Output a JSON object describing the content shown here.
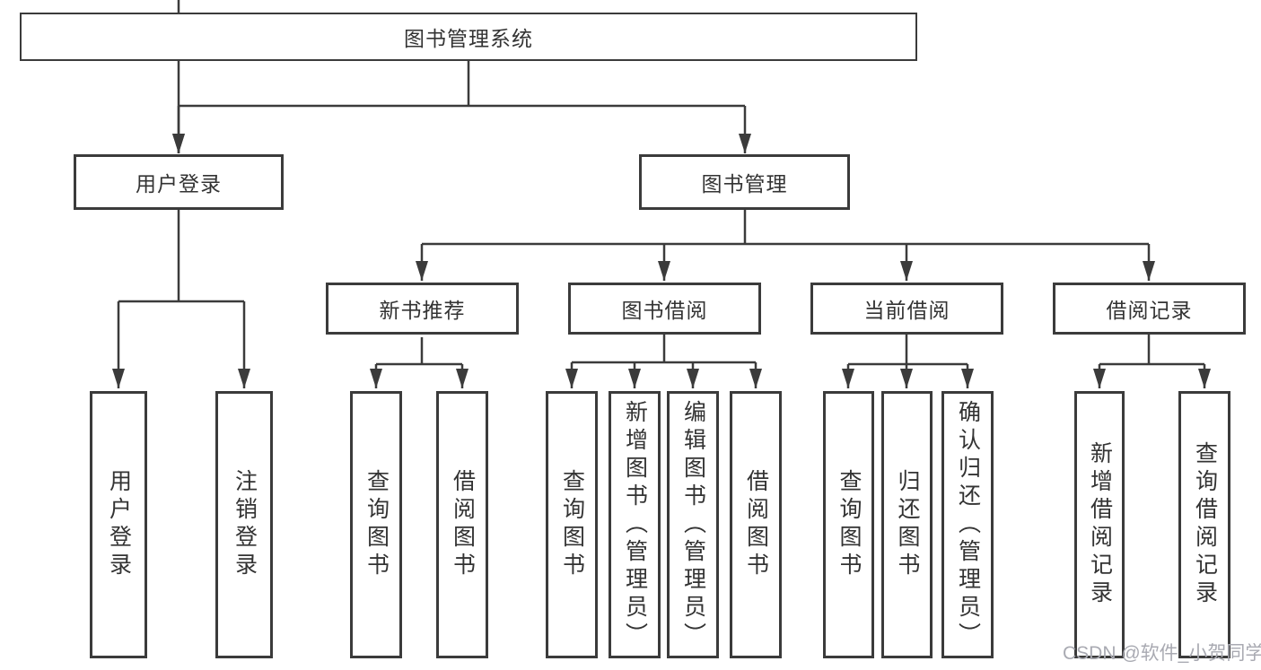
{
  "diagram": {
    "type": "hierarchy-chart",
    "colors": {
      "line": "#3b3b3b",
      "text": "#333333",
      "background": "#ffffff",
      "watermark": "#a9aab2"
    },
    "tree": {
      "root": {
        "label": "图书管理系统"
      },
      "children": [
        {
          "label": "用户登录",
          "children": [
            {
              "label": "用户登录"
            },
            {
              "label": "注销登录"
            }
          ]
        },
        {
          "label": "图书管理",
          "children": [
            {
              "label": "新书推荐",
              "children": [
                {
                  "label": "查询图书"
                },
                {
                  "label": "借阅图书"
                }
              ]
            },
            {
              "label": "图书借阅",
              "children": [
                {
                  "label": "查询图书"
                },
                {
                  "label": "新增图书（管理员）"
                },
                {
                  "label": "编辑图书（管理员）"
                },
                {
                  "label": "借阅图书"
                }
              ]
            },
            {
              "label": "当前借阅",
              "children": [
                {
                  "label": "查询图书"
                },
                {
                  "label": "归还图书"
                },
                {
                  "label": "确认归还（管理员）"
                }
              ]
            },
            {
              "label": "借阅记录",
              "children": [
                {
                  "label": "新增借阅记录"
                },
                {
                  "label": "查询借阅记录"
                }
              ]
            }
          ]
        }
      ]
    },
    "watermark": {
      "text": "CSDN @软件_小贺同学"
    }
  }
}
